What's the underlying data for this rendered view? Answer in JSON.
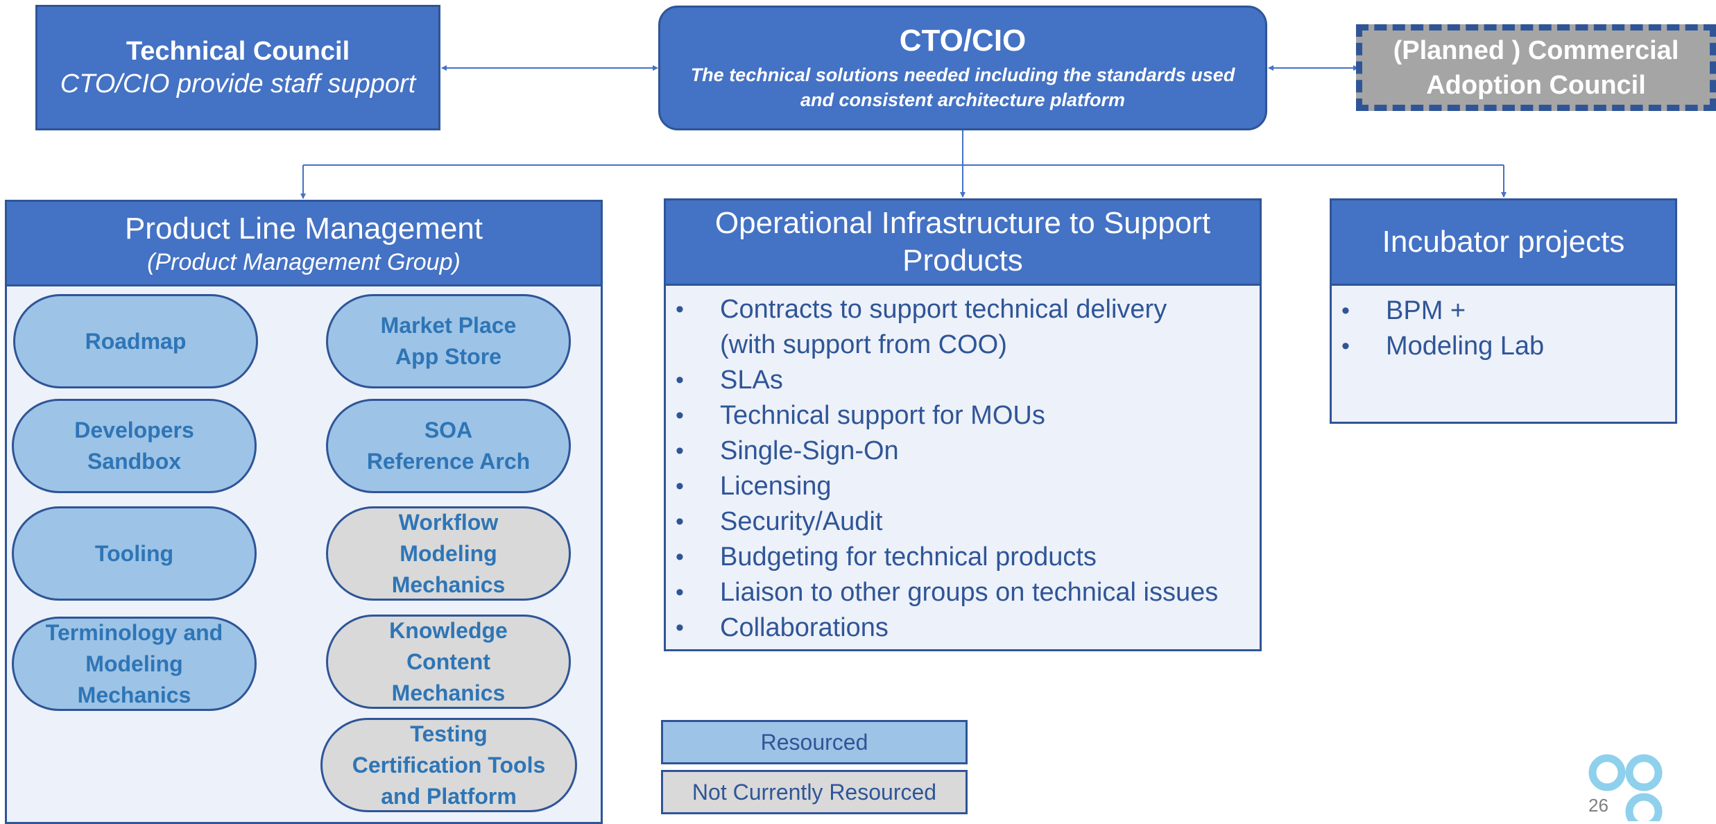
{
  "top": {
    "technical_council": {
      "title": "Technical Council",
      "subtitle": "CTO/CIO provide staff support"
    },
    "cto_cio": {
      "title": "CTO/CIO",
      "subtitle": "The technical solutions needed including the standards used and consistent architecture platform"
    },
    "commercial_council": {
      "title": "(Planned ) Commercial Adoption Council"
    }
  },
  "product_line": {
    "title": "Product Line Management",
    "subtitle": "(Product Management Group)",
    "left_items": [
      {
        "label": "Roadmap",
        "status": "resourced"
      },
      {
        "label": "Developers\nSandbox",
        "status": "resourced"
      },
      {
        "label": "Tooling",
        "status": "resourced"
      },
      {
        "label": "Terminology and\nModeling\nMechanics",
        "status": "resourced"
      }
    ],
    "right_items": [
      {
        "label": "Market Place\nApp Store",
        "status": "resourced"
      },
      {
        "label": "SOA\nReference Arch",
        "status": "resourced"
      },
      {
        "label": "Workflow\nModeling\nMechanics",
        "status": "not_resourced"
      },
      {
        "label": "Knowledge\nContent\nMechanics",
        "status": "not_resourced"
      },
      {
        "label": "Testing\nCertification Tools\nand Platform",
        "status": "not_resourced"
      }
    ]
  },
  "operational": {
    "title": "Operational Infrastructure to Support Products",
    "items": [
      "Contracts to support technical delivery (with support from COO)",
      "SLAs",
      "Technical support for MOUs",
      "Single-Sign-On",
      "Licensing",
      "Security/Audit",
      "Budgeting for technical products",
      "Liaison to other groups on technical issues",
      "Collaborations"
    ]
  },
  "incubator": {
    "title": "Incubator projects",
    "items": [
      "BPM +",
      "Modeling Lab"
    ]
  },
  "legend": {
    "resourced": "Resourced",
    "not_resourced": "Not Currently Resourced"
  },
  "page_number": "26",
  "colors": {
    "primary": "#4472c4",
    "border": "#2f5597",
    "resourced": "#9dc3e6",
    "not_resourced": "#d9d9d9",
    "panel_bg": "#edf1f9",
    "pill_text": "#2e75b6",
    "logo": "#8fd0ec"
  }
}
